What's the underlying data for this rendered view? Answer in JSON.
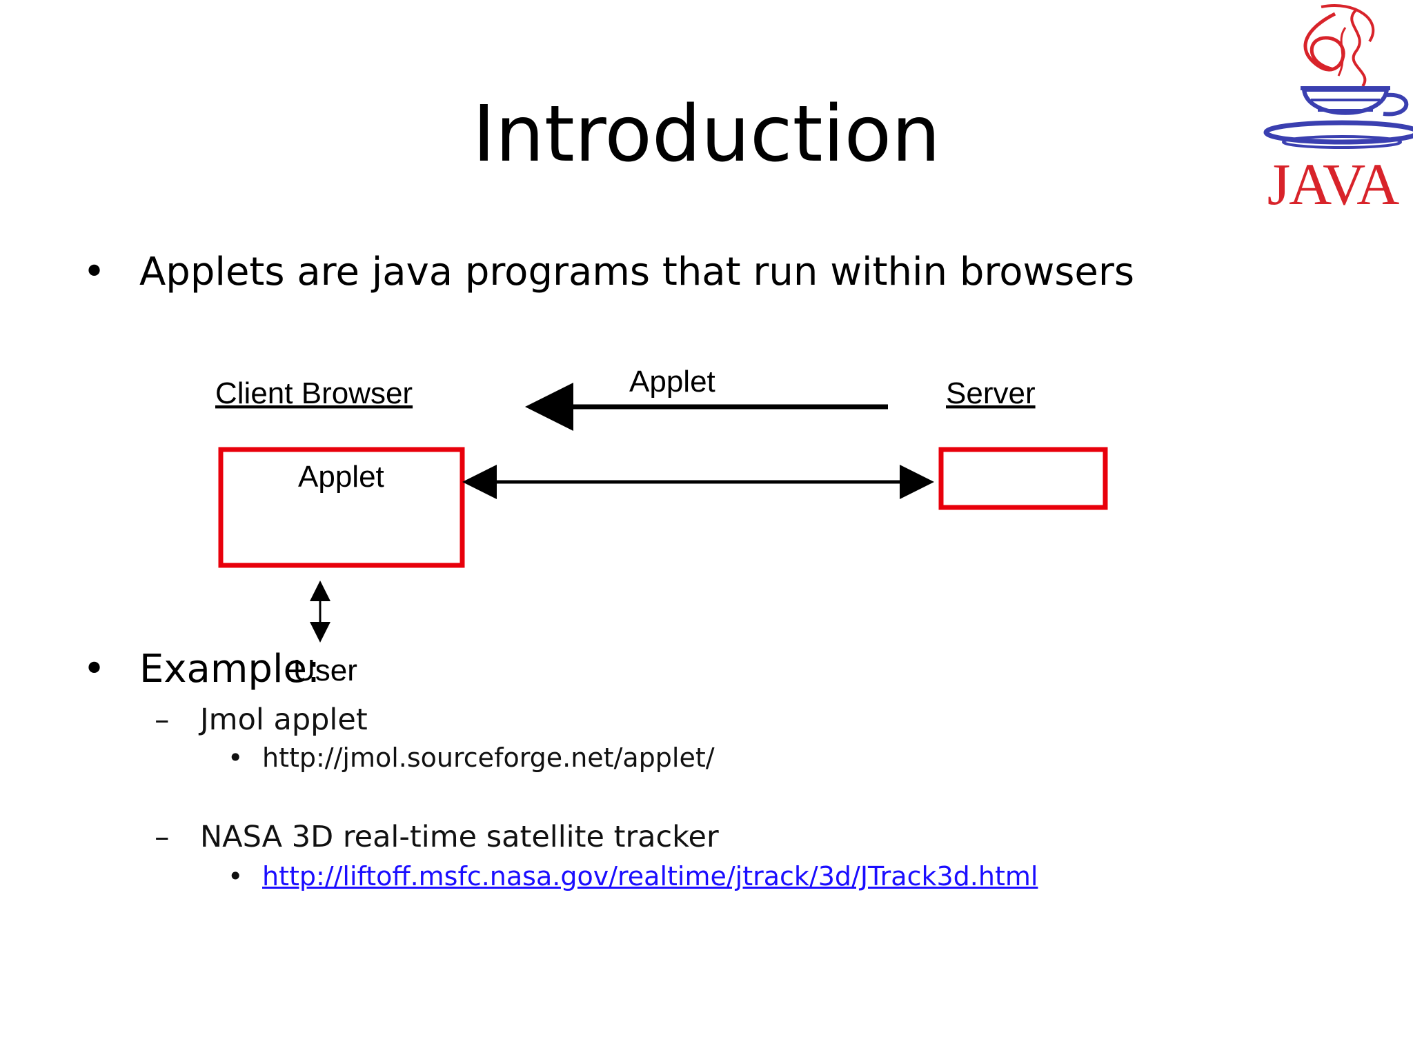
{
  "slide": {
    "title": "Introduction",
    "logo": {
      "wordmark": "JAVA",
      "icon": "java-cup-logo",
      "color": "#d8232a"
    },
    "bullets": [
      {
        "text": "Applets are java programs that run within browsers"
      },
      {
        "text": "Example:"
      }
    ],
    "examples": [
      {
        "label": "Jmol applet",
        "url": "http://jmol.sourceforge.net/applet/"
      },
      {
        "label": "NASA 3D real-time satellite tracker",
        "url": "http://liftoff.msfc.nasa.gov/realtime/jtrack/3d/JTrack3d.html"
      }
    ],
    "diagram": {
      "client_label": "Client Browser",
      "server_label": "Server",
      "transfer_label": "Applet",
      "applet_box_label": "Applet",
      "user_label": "User",
      "box_color": "#e8000b"
    },
    "glyphs": {
      "bullet": "•",
      "dash": "–"
    }
  }
}
